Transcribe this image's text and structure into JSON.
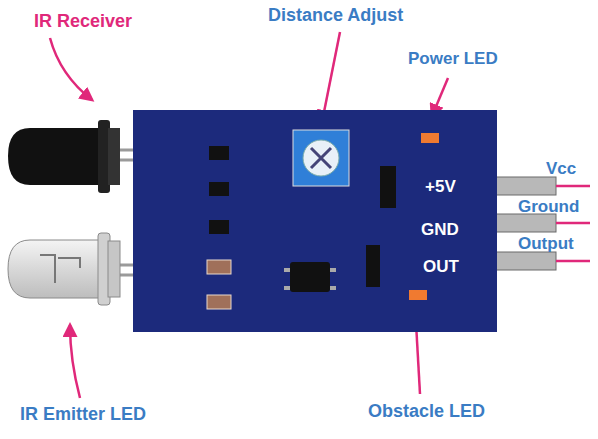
{
  "diagram": {
    "nodes": [
      {
        "text": [
          "+5V",
          "GND",
          "OUT"
        ]
      }
    ],
    "labels": [
      "IR Receiver",
      "Distance Adjust",
      "Power LED",
      "Vcc",
      "Ground",
      "Output",
      "IR Emitter LED",
      "Obstacle LED"
    ]
  }
}
